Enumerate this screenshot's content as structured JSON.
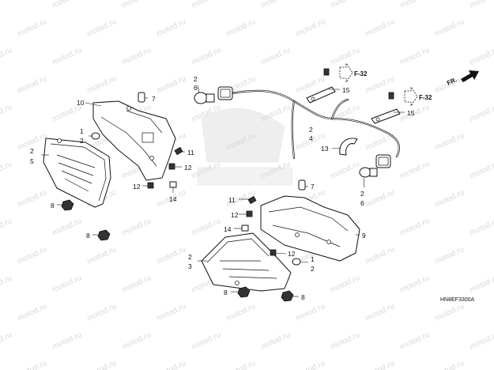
{
  "watermark": {
    "text": "motod.ru"
  },
  "diagram_code": "HN8EF3300A",
  "direction_arrow": {
    "label": "FR."
  },
  "refs": [
    "F-32",
    "F-32"
  ],
  "callouts": [
    {
      "text": "10"
    },
    {
      "text": "7"
    },
    {
      "text": "1"
    },
    {
      "text": "2"
    },
    {
      "text": "2"
    },
    {
      "text": "5"
    },
    {
      "text": "11"
    },
    {
      "text": "12"
    },
    {
      "text": "12"
    },
    {
      "text": "14"
    },
    {
      "text": "8"
    },
    {
      "text": "8"
    },
    {
      "text": "2"
    },
    {
      "text": "6"
    },
    {
      "text": "15"
    },
    {
      "text": "15"
    },
    {
      "text": "2"
    },
    {
      "text": "4"
    },
    {
      "text": "13"
    },
    {
      "text": "7"
    },
    {
      "text": "2"
    },
    {
      "text": "6"
    },
    {
      "text": "11"
    },
    {
      "text": "12"
    },
    {
      "text": "14"
    },
    {
      "text": "9"
    },
    {
      "text": "12"
    },
    {
      "text": "1"
    },
    {
      "text": "2"
    },
    {
      "text": "2"
    },
    {
      "text": "3"
    },
    {
      "text": "8"
    },
    {
      "text": "8"
    }
  ]
}
